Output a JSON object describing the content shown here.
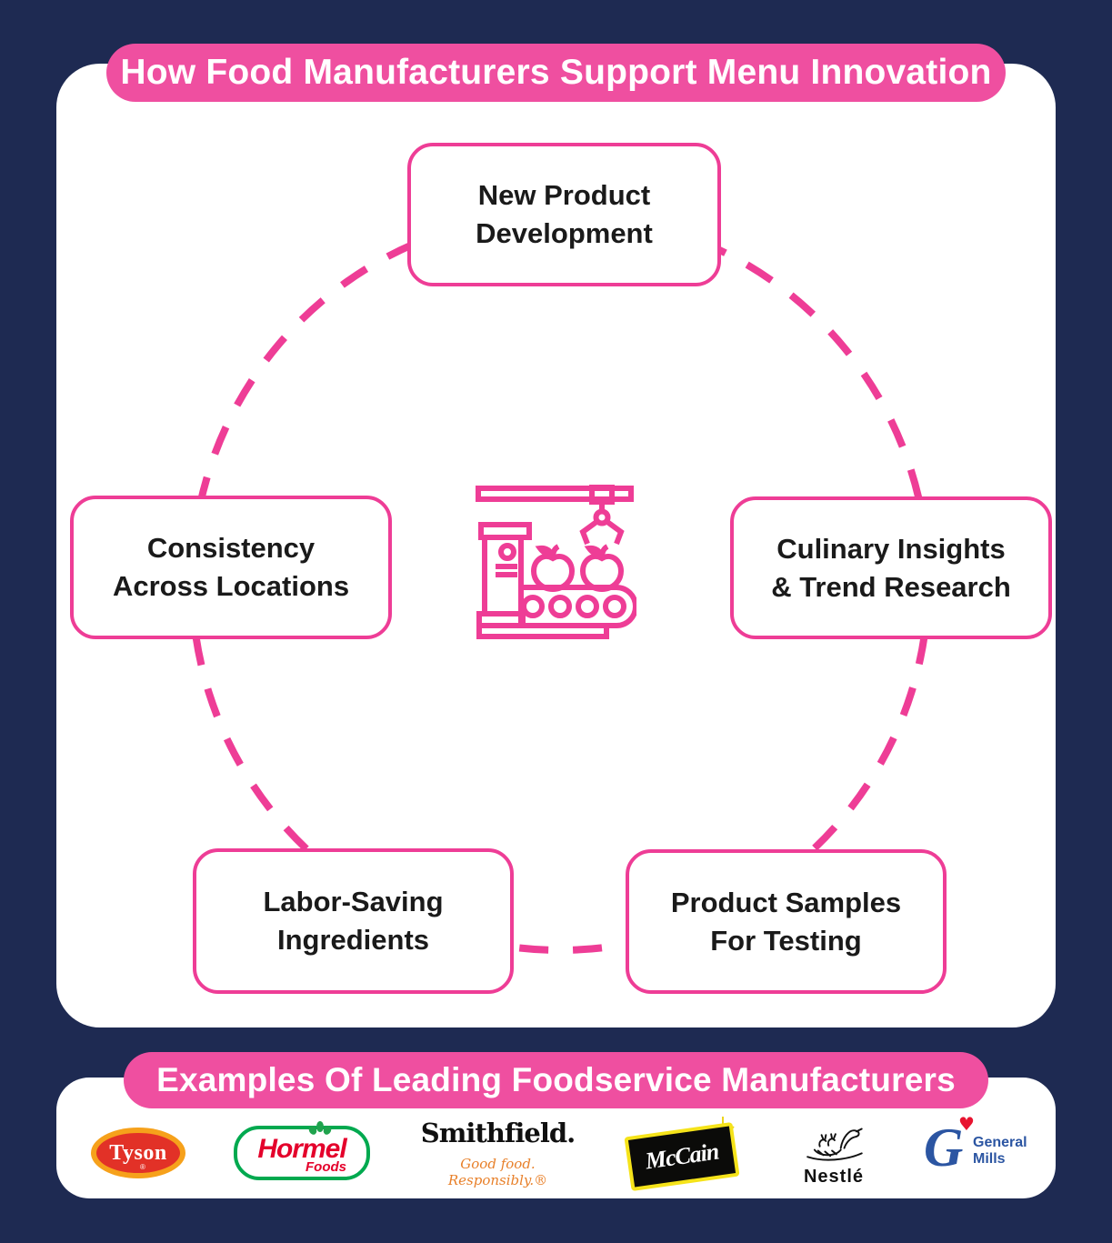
{
  "colors": {
    "background_navy": "#1E2A52",
    "pill_pink": "#EF4FA0",
    "accent_pink": "#EE3D96",
    "text_black": "#1A1A1A",
    "card_white": "#FFFFFF"
  },
  "header": {
    "title": "How Food Manufacturers Support Menu Innovation"
  },
  "diagram": {
    "center_icon": "food-production-line-icon",
    "nodes": [
      {
        "id": "new-product-development",
        "label": "New Product\nDevelopment"
      },
      {
        "id": "culinary-insights-trend-research",
        "label": "Culinary Insights\n& Trend Research"
      },
      {
        "id": "product-samples-for-testing",
        "label": "Product Samples\nFor Testing"
      },
      {
        "id": "labor-saving-ingredients",
        "label": "Labor-Saving\nIngredients"
      },
      {
        "id": "consistency-across-locations",
        "label": "Consistency\nAcross Locations"
      }
    ]
  },
  "footer": {
    "title": "Examples Of Leading Foodservice Manufacturers",
    "brands": [
      {
        "name": "Tyson",
        "wordmark": "Tyson",
        "registered_mark": "®",
        "oval_red": "#E23127",
        "oval_orange": "#F6A11B"
      },
      {
        "name": "Hormel Foods",
        "line1": "Hormel",
        "line2": "Foods",
        "green": "#00A94F",
        "red": "#E4012B"
      },
      {
        "name": "Smithfield",
        "wordmark": "Smithfield.",
        "tagline": "Good food. Responsibly.®",
        "tagline_orange": "#E8802A"
      },
      {
        "name": "McCain",
        "wordmark": "McCain",
        "yellow": "#F5E31A",
        "black": "#0B0B09"
      },
      {
        "name": "Nestlé",
        "wordmark": "Nestlé"
      },
      {
        "name": "General Mills",
        "monogram": "G",
        "heart_glyph": "♥",
        "line1": "General",
        "line2": "Mills",
        "blue": "#2B55A2",
        "heart_red": "#E8132F"
      }
    ]
  }
}
